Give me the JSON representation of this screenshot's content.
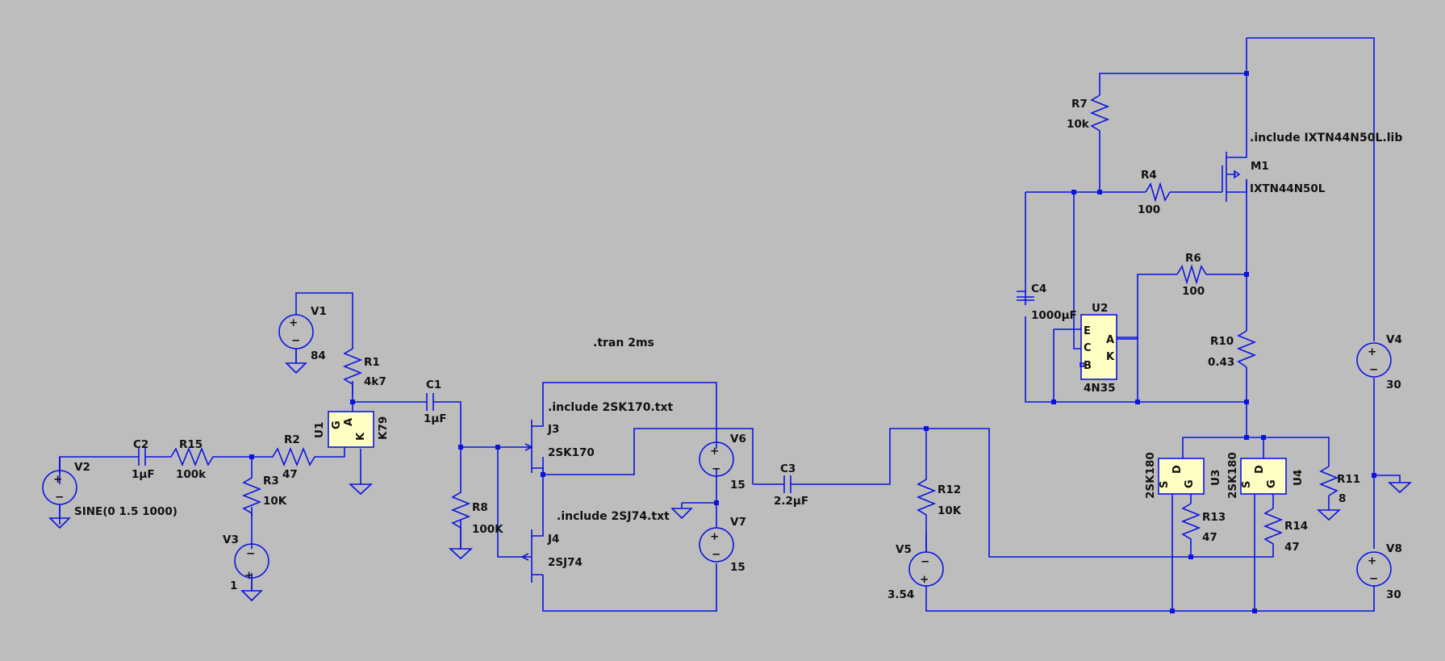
{
  "directives": {
    "tran": ".tran 2ms",
    "inc_2sk170": ".include 2SK170.txt",
    "inc_2sj74": ".include 2SJ74.txt",
    "inc_ixtn": ".include IXTN44N50L.lib"
  },
  "components": {
    "V1": {
      "name": "V1",
      "value": "84"
    },
    "V2": {
      "name": "V2",
      "value": "SINE(0 1.5 1000)"
    },
    "V3": {
      "name": "V3",
      "value": "1"
    },
    "V4": {
      "name": "V4",
      "value": "30"
    },
    "V5": {
      "name": "V5",
      "value": "3.54"
    },
    "V6": {
      "name": "V6",
      "value": "15"
    },
    "V7": {
      "name": "V7",
      "value": "15"
    },
    "V8": {
      "name": "V8",
      "value": "30"
    },
    "R1": {
      "name": "R1",
      "value": "4k7"
    },
    "R2": {
      "name": "R2",
      "value": "47"
    },
    "R3": {
      "name": "R3",
      "value": "10K"
    },
    "R4": {
      "name": "R4",
      "value": "100"
    },
    "R6": {
      "name": "R6",
      "value": "100"
    },
    "R7": {
      "name": "R7",
      "value": "10k"
    },
    "R8": {
      "name": "R8",
      "value": "100K"
    },
    "R10": {
      "name": "R10",
      "value": "0.43"
    },
    "R11": {
      "name": "R11",
      "value": "8"
    },
    "R12": {
      "name": "R12",
      "value": "10K"
    },
    "R13": {
      "name": "R13",
      "value": "47"
    },
    "R14": {
      "name": "R14",
      "value": "47"
    },
    "R15": {
      "name": "R15",
      "value": "100k"
    },
    "C1": {
      "name": "C1",
      "value": "1µF"
    },
    "C2": {
      "name": "C2",
      "value": "1µF"
    },
    "C3": {
      "name": "C3",
      "value": "2.2µF"
    },
    "C4": {
      "name": "C4",
      "value": "1000µF"
    },
    "J3": {
      "name": "J3",
      "value": "2SK170"
    },
    "J4": {
      "name": "J4",
      "value": "2SJ74"
    },
    "M1": {
      "name": "M1",
      "value": "IXTN44N50L"
    },
    "U1": {
      "name": "U1",
      "value": "K79",
      "pins": [
        "G",
        "A",
        "K"
      ]
    },
    "U2": {
      "name": "U2",
      "value": "4N35",
      "pins": [
        "E",
        "C",
        "B",
        "A",
        "K"
      ]
    },
    "U3": {
      "name": "U3",
      "value": "2SK180",
      "pins": [
        "S",
        "D",
        "G"
      ]
    },
    "U4": {
      "name": "U4",
      "value": "2SK180",
      "pins": [
        "S",
        "D",
        "G"
      ]
    }
  },
  "colors": {
    "background": "#bdbdbd",
    "wire": "#0a14e0",
    "chip_fill": "#ffffc4",
    "text": "#111111"
  }
}
